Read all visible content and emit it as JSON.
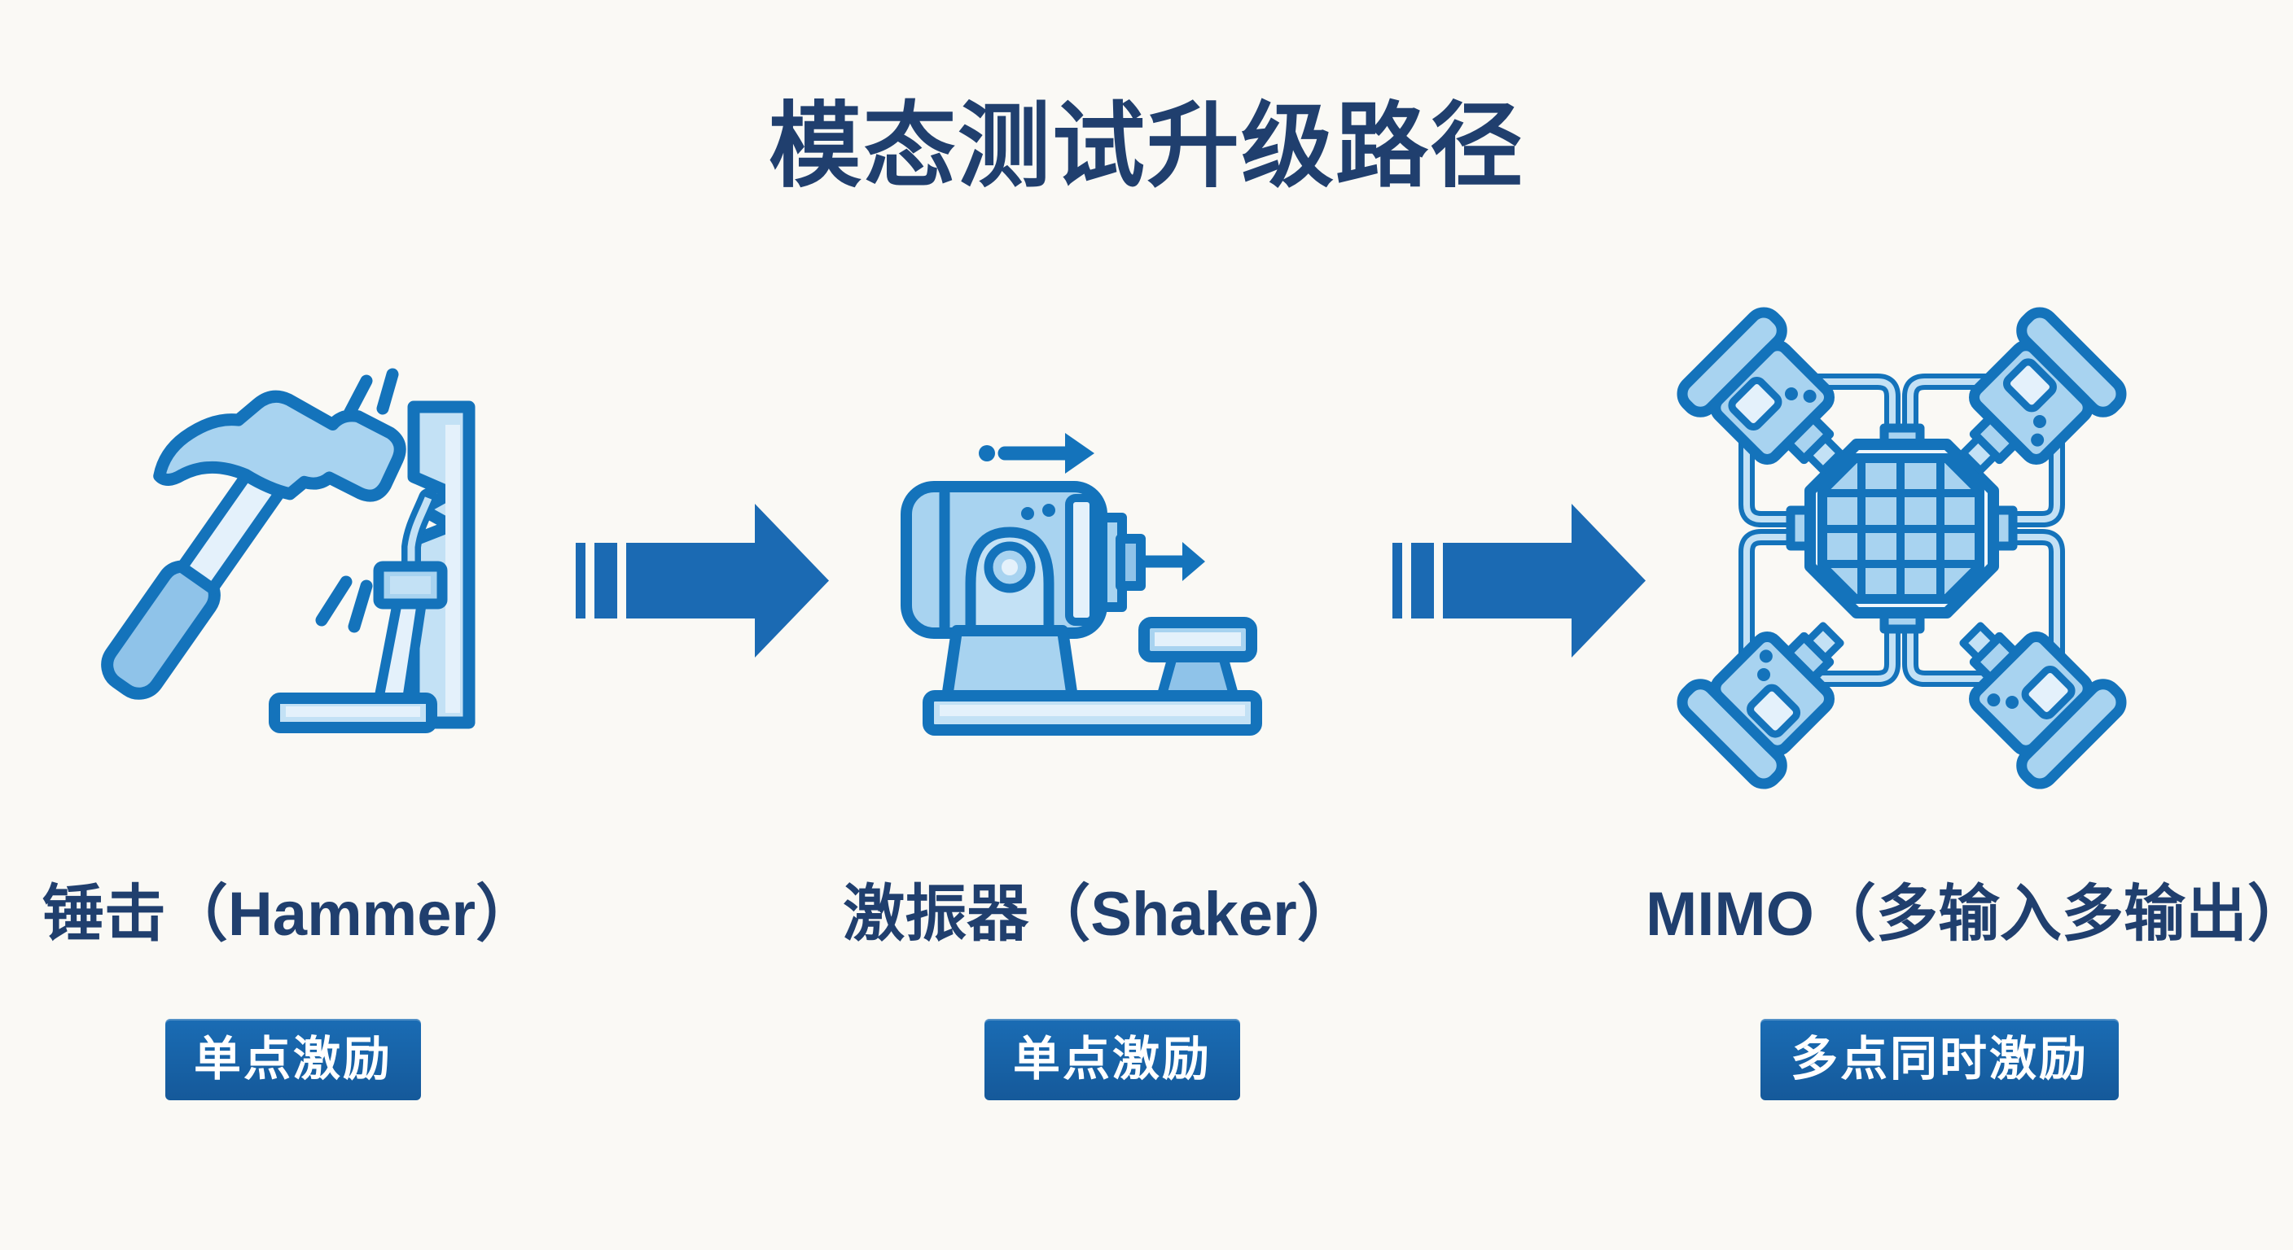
{
  "title": "模态测试升级路径",
  "stages": [
    {
      "id": "hammer",
      "label": "锤击（Hammer）",
      "badge": "单点激励",
      "icon": "hammer-impact-icon"
    },
    {
      "id": "shaker",
      "label": "激振器（Shaker）",
      "badge": "单点激励",
      "icon": "shaker-icon"
    },
    {
      "id": "mimo",
      "label": "MIMO（多输入多输出）",
      "badge": "多点同时激励",
      "icon": "mimo-multi-shaker-icon"
    }
  ],
  "flow": {
    "direction": "left-to-right",
    "arrow_count": 2
  },
  "colors": {
    "background": "#faf9f5",
    "heading_text": "#203f6e",
    "icon_outline": "#1473bb",
    "icon_fill_light": "#a8d3f0",
    "icon_fill_pale": "#e4f1fb",
    "icon_fill_mid": "#8fc3e9",
    "icon_fill_soft": "#c3e1f5",
    "icon_fill_faint": "#eff6fc",
    "arrow_fill": "#1b6ab3",
    "badge_background": "#1a6cb4",
    "badge_background_deep": "#15599a",
    "badge_text": "#ffffff"
  }
}
